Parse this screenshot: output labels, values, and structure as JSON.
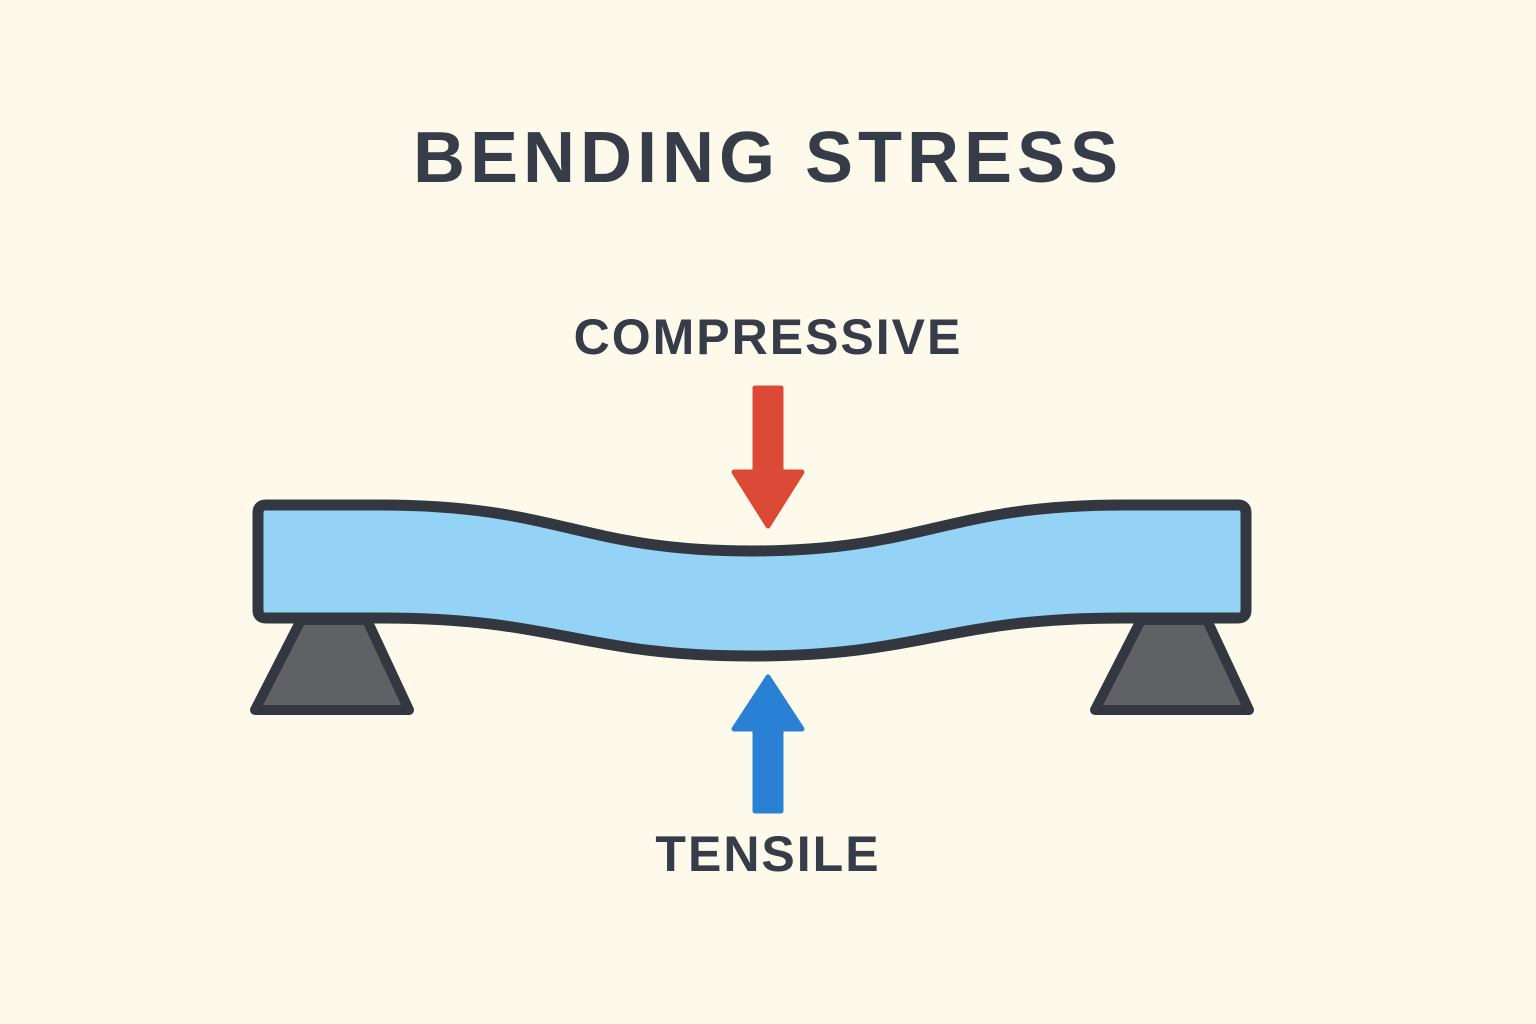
{
  "title": "BENDING STRESS",
  "labels": {
    "compressive": "COMPRESSIVE",
    "tensile": "TENSILE"
  },
  "icons": {
    "compressive_arrow": "arrow-down-icon",
    "tensile_arrow": "arrow-up-icon"
  },
  "colors": {
    "background": "#FDFAEC",
    "text": "#363C48",
    "outline": "#33373F",
    "beam_fill": "#94D3F6",
    "support_fill": "#606165",
    "compressive_arrow": "#DC4936",
    "tensile_arrow": "#2A80D4"
  }
}
